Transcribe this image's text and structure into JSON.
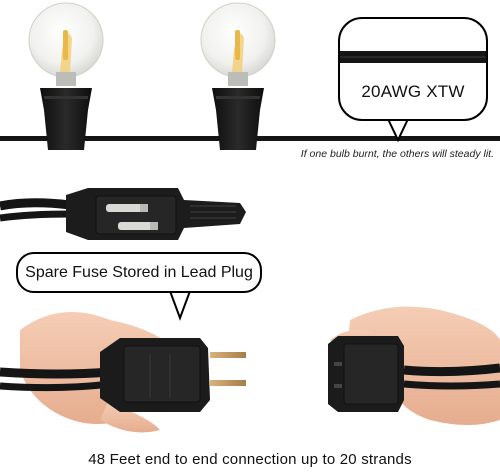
{
  "labels": {
    "wire_gauge": "20AWG XTW",
    "burnt_note": "If one bulb burnt, the others will steady lit.",
    "fuse_note": "Spare Fuse Stored in Lead Plug",
    "connection_note": "48 Feet end to end connection up to 20 strands"
  },
  "colors": {
    "cable": "#151515",
    "socket": "#1b1b1b",
    "bulb_glass": "#f3f3f1",
    "filament": "#e8b84a",
    "skin": "#f0c3a8",
    "prong": "#c9a06a"
  },
  "icons": {
    "bulb": "led-filament-bulb",
    "plug": "male-plug",
    "socket": "female-end-connector",
    "hand": "hand"
  }
}
